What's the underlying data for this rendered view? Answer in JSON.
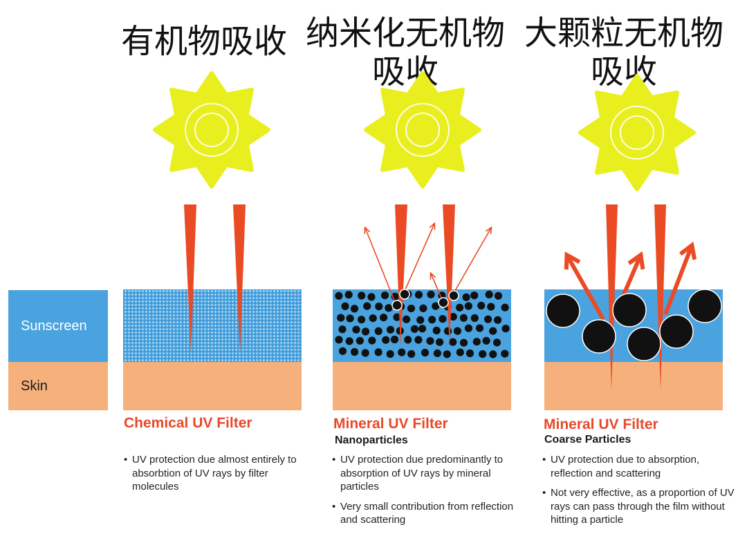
{
  "titles": {
    "organic": "有机物吸收",
    "nano": [
      "纳米化无机物",
      "吸收"
    ],
    "coarse": [
      "大颗粒无机物",
      "吸收"
    ]
  },
  "legend": {
    "sunscreen": "Sunscreen",
    "skin": "Skin"
  },
  "panels": [
    {
      "title": "Chemical UV Filter",
      "subtitle": "",
      "bullets": [
        "UV protection due almost entirely to absorbtion of UV rays by filter molecules"
      ]
    },
    {
      "title": "Mineral UV Filter",
      "subtitle": "Nanoparticles",
      "bullets": [
        "UV protection due predominantly to absorption of UV rays by mineral particles",
        "Very small contribution from reflection and scattering"
      ]
    },
    {
      "title": "Mineral UV Filter",
      "subtitle": "Coarse Particles",
      "bullets": [
        "UV protection due to absorption, reflection and scattering",
        "Not very effective, as a proportion of UV rays can pass through the film without hitting a particle"
      ]
    }
  ],
  "colors": {
    "sunscreen": "#4aa3df",
    "skin": "#f5b07c",
    "ray": "#ea4a24",
    "sun": "#e9ef1f",
    "particle": "#111111",
    "accent_text": "#e8482a"
  }
}
